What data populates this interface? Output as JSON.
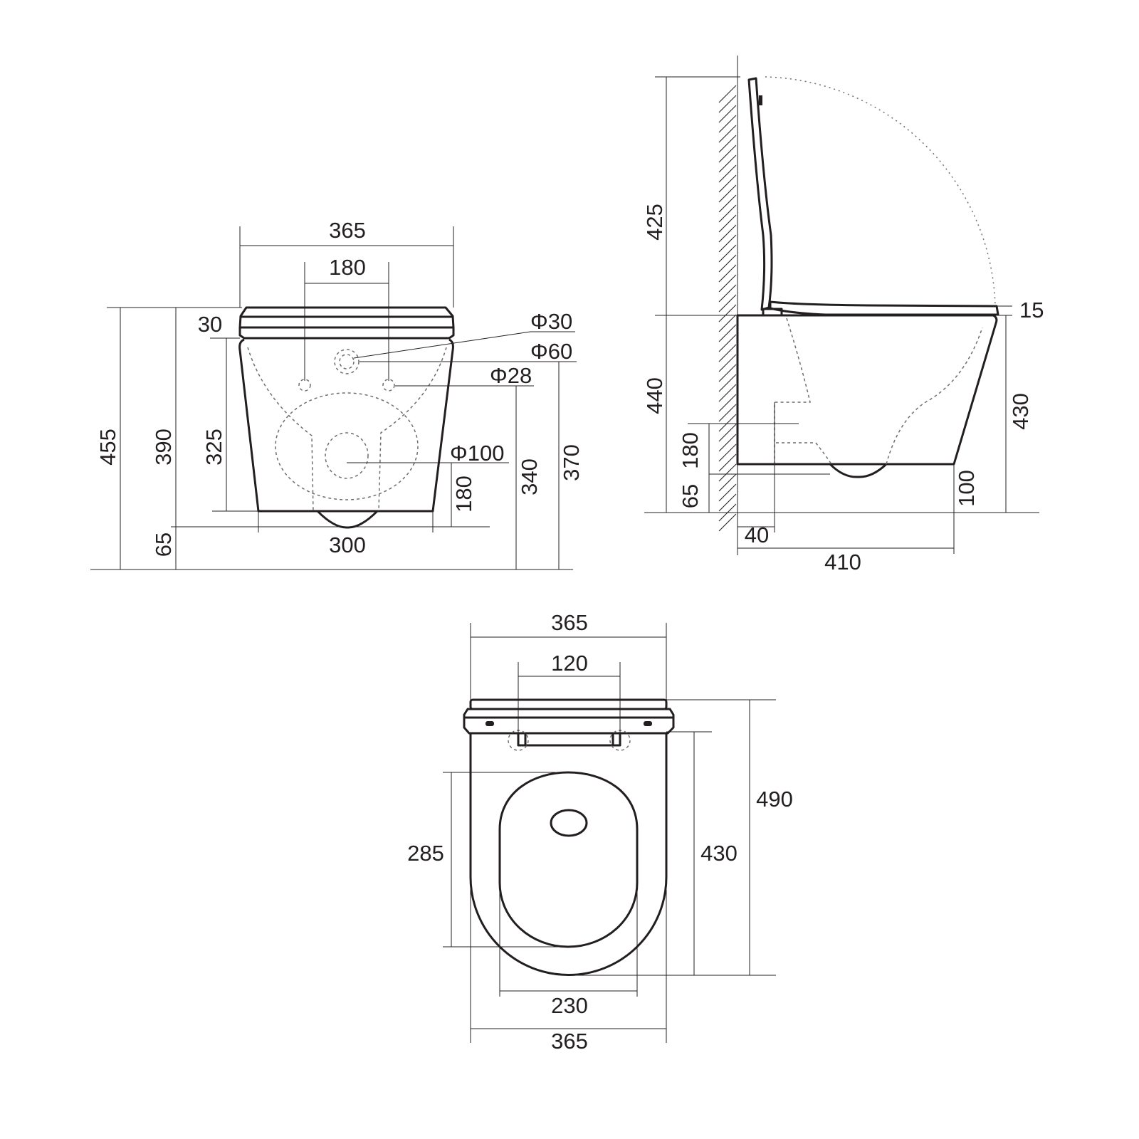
{
  "front_view": {
    "width_total": "365",
    "mount_spacing": "180",
    "height_455": "455",
    "height_390": "390",
    "height_325": "325",
    "seat_thickness": "30",
    "floor_65": "65",
    "bottom_width": "300",
    "outlet_height": "180",
    "outlet_diameter": "Φ100",
    "height_340": "340",
    "height_370": "370",
    "inlet_diameter_30": "Φ30",
    "inlet_diameter_60": "Φ60",
    "bolt_diameter": "Φ28"
  },
  "side_view": {
    "lid_height": "425",
    "seat_height": "440",
    "seat_thickness": "15",
    "body_height": "430",
    "outlet_height": "180",
    "floor_65": "65",
    "front_100": "100",
    "wall_offset": "40",
    "depth": "410"
  },
  "top_view": {
    "width_top": "365",
    "hinge_spacing": "120",
    "opening_length": "285",
    "bowl_length": "430",
    "total_length": "490",
    "opening_width": "230",
    "width_bottom": "365"
  }
}
